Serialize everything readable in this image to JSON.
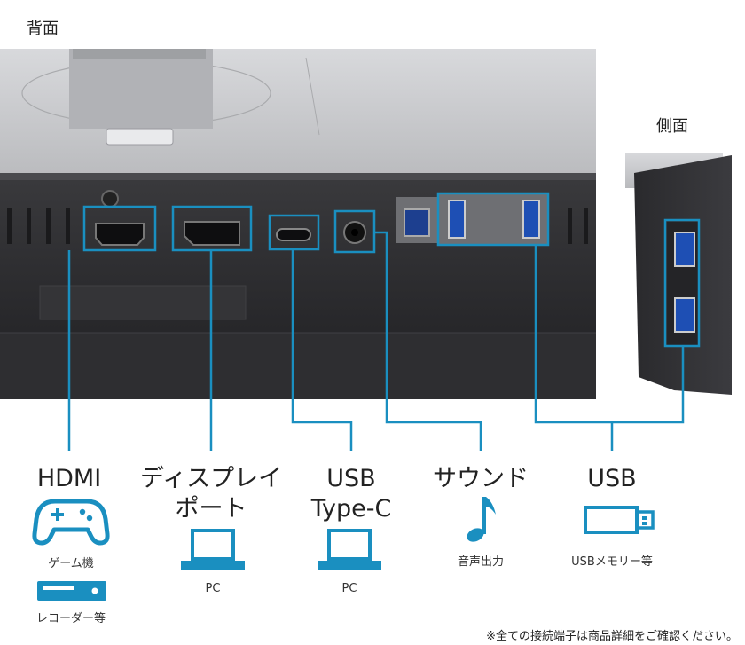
{
  "titles": {
    "back": "背面",
    "side": "側面"
  },
  "ports": [
    {
      "label_line1": "HDMI",
      "label_line2": "",
      "captions": [
        "ゲーム機",
        "レコーダー等"
      ]
    },
    {
      "label_line1": "ディスプレイ",
      "label_line2": "ポート",
      "captions": [
        "PC"
      ]
    },
    {
      "label_line1": "USB",
      "label_line2": "Type-C",
      "captions": [
        "PC"
      ]
    },
    {
      "label_line1": "サウンド",
      "label_line2": "",
      "captions": [
        "音声出力"
      ]
    },
    {
      "label_line1": "USB",
      "label_line2": "",
      "captions": [
        "USBメモリー等"
      ]
    }
  ],
  "footnote": "※全ての接続端子は商品詳細をご確認ください。",
  "colors": {
    "accent": "#1a8fc0",
    "panel_dark": "#2b2b2d",
    "panel_light": "#c9cacd"
  },
  "icons": [
    "gamepad-icon",
    "recorder-icon",
    "laptop-icon",
    "laptop-icon",
    "music-note-icon",
    "usb-stick-icon"
  ]
}
